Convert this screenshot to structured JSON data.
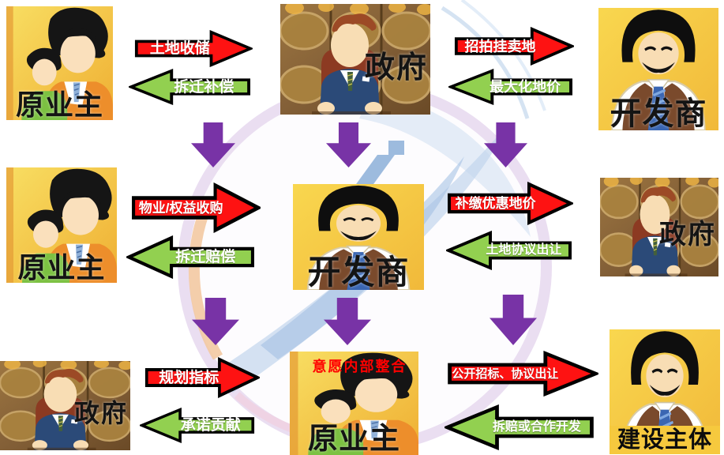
{
  "colors": {
    "arrow_red": "#FE1212",
    "arrow_green": "#92D050",
    "arrow_purple": "#7833A6",
    "overlay_red_text": "#FF0000",
    "card_yellow": "#F6CE45",
    "gov_background_brown": "#7A5833",
    "builder_strip_yellow": "#F6C93E",
    "label_black": "#141414"
  },
  "nodes": {
    "owner1": {
      "label": "原业主"
    },
    "gov1": {
      "label": "政府"
    },
    "dev1": {
      "label": "开发商"
    },
    "owner2": {
      "label": "原业主"
    },
    "dev2": {
      "label": "开发商"
    },
    "gov2": {
      "label": "政府"
    },
    "gov3": {
      "label": "政府"
    },
    "owner3": {
      "label": "原业主",
      "overlay": "意愿内部整合"
    },
    "builder": {
      "label": "建设主体"
    }
  },
  "arrows": {
    "a1": {
      "forward": "土地收储",
      "back": "拆迁补偿"
    },
    "a2": {
      "forward": "招拍挂卖地",
      "back": "最大化地价"
    },
    "a3": {
      "forward": "物业/权益收购",
      "back": "拆迁赔偿"
    },
    "a4": {
      "forward": "补缴优惠地价",
      "back": "土地协议出让"
    },
    "a5": {
      "forward": "规划指标",
      "back": "承诺贡献"
    },
    "a6": {
      "forward": "公开招标、协议出让",
      "back": "拆赔或合作开发"
    }
  }
}
